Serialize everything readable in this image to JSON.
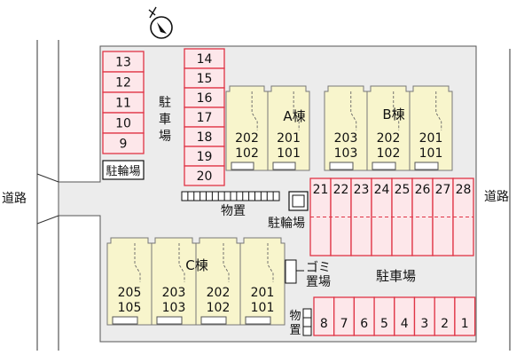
{
  "colors": {
    "lot": "#ececec",
    "lot_border": "#555555",
    "parking_fill": "#fde7ea",
    "parking_stroke": "#e03445",
    "building_fill": "#f8f5cc",
    "building_stroke": "#777777",
    "facility_fill": "#ffffff"
  },
  "icons": {
    "north": "north-arrow-icon"
  },
  "roads": {
    "left": "道路",
    "right": "道路"
  },
  "facilities": {
    "bike_parking_west": "駐輪場",
    "bike_parking_center": "駐輪場",
    "storage_center": "物置",
    "storage_south": "物置",
    "garbage": "ゴミ置場"
  },
  "labels": {
    "parking_west": "駐車場",
    "parking_southeast": "駐車場"
  },
  "parking": {
    "west_column_a": [
      "13",
      "12",
      "11",
      "10",
      "9"
    ],
    "west_column_b": [
      "14",
      "15",
      "16",
      "17",
      "18",
      "19",
      "20"
    ],
    "east_block": [
      "21",
      "22",
      "23",
      "24",
      "25",
      "26",
      "27",
      "28"
    ],
    "south_row": [
      "8",
      "7",
      "6",
      "5",
      "4",
      "3",
      "2",
      "1"
    ]
  },
  "buildings": [
    {
      "name": "A棟",
      "units": [
        {
          "upper": "202",
          "lower": "102"
        },
        {
          "upper": "201",
          "lower": "101"
        }
      ]
    },
    {
      "name": "B棟",
      "units": [
        {
          "upper": "203",
          "lower": "103"
        },
        {
          "upper": "202",
          "lower": "102"
        },
        {
          "upper": "201",
          "lower": "101"
        }
      ]
    },
    {
      "name": "C棟",
      "units": [
        {
          "upper": "205",
          "lower": "105"
        },
        {
          "upper": "203",
          "lower": "103"
        },
        {
          "upper": "202",
          "lower": "102"
        },
        {
          "upper": "201",
          "lower": "101"
        }
      ]
    }
  ]
}
